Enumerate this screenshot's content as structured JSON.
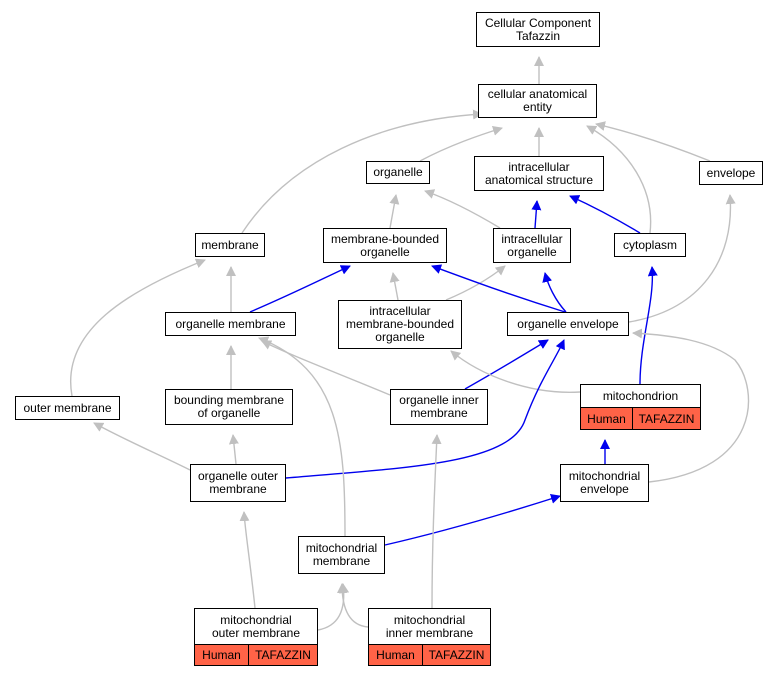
{
  "diagram": {
    "colors": {
      "is_a": "#c0c0c0",
      "part_of": "#0000ee",
      "annotation": "#ff6347"
    },
    "nodes": {
      "cc_root": "Cellular Component\nTafazzin",
      "cae": "cellular anatomical\nentity",
      "organelle": "organelle",
      "ias": "intracellular\nanatomical structure",
      "envelope": "envelope",
      "membrane": "membrane",
      "mbo": "membrane-bounded\norganelle",
      "io": "intracellular\norganelle",
      "cytoplasm": "cytoplasm",
      "om": "organelle membrane",
      "imbo": "intracellular\nmembrane-bounded\norganelle",
      "oe": "organelle envelope",
      "outer_membrane": "outer membrane",
      "bmo": "bounding membrane\nof organelle",
      "oim": "organelle inner\nmembrane",
      "mitochondrion": "mitochondrion",
      "oom": "organelle outer\nmembrane",
      "mito_env": "mitochondrial\nenvelope",
      "mito_mem": "mitochondrial\nmembrane",
      "mito_outer": "mitochondrial\nouter membrane",
      "mito_inner": "mitochondrial\ninner membrane"
    },
    "annotations": {
      "species": "Human",
      "gene": "TAFAZZIN"
    }
  }
}
